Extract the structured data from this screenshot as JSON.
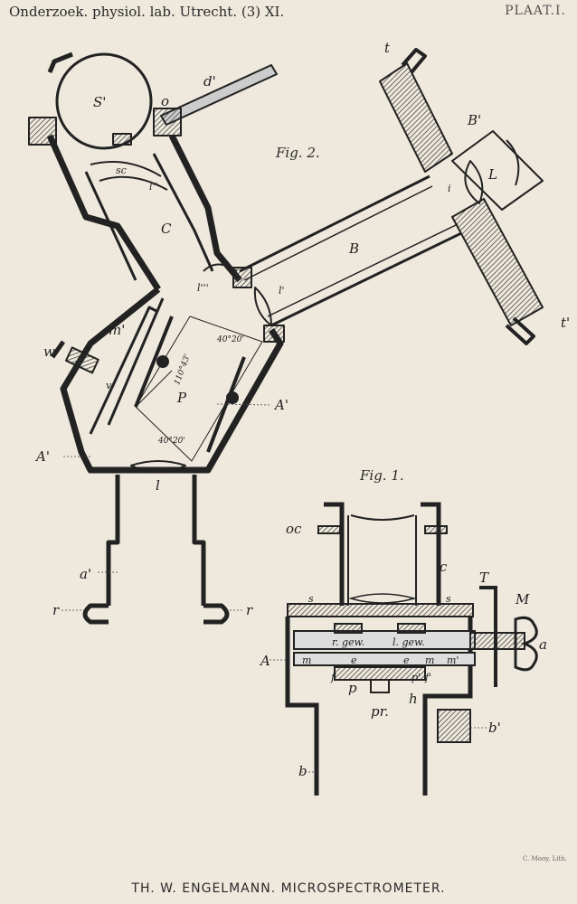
{
  "header": {
    "left": "Onderzoek. physiol. lab. Utrecht. (3) XI.",
    "right": "PLAAT.I."
  },
  "fig2": {
    "title": "Fig. 2.",
    "labels": {
      "S": "S'",
      "d": "d'",
      "o": "o",
      "sc": "sc",
      "l2": "l''",
      "C": "C",
      "l3": "l'''",
      "l1": "l'",
      "B": "B",
      "Bp": "B'",
      "t": "t",
      "tp": "t'",
      "L": "L",
      "i": "i",
      "m": "m'",
      "w": "w",
      "v": "v",
      "P": "P",
      "Ap1": "A'",
      "Ap2": "A'",
      "l": "l",
      "a": "a'",
      "r1": "r",
      "r2": "r"
    },
    "angles": {
      "a1": "40°20'",
      "a2": "110°43'",
      "a3": "40°20'"
    }
  },
  "fig1": {
    "title": "Fig. 1.",
    "labels": {
      "oc": "oc",
      "c": "c",
      "T": "T",
      "M": "M",
      "s1": "s",
      "s2": "s",
      "rgew": "r. gew.",
      "lgew": "l. gew.",
      "a": "a",
      "A": "A",
      "m1": "m",
      "m2": "m",
      "e1": "e",
      "e2": "e",
      "m3": "m'",
      "f1": "f",
      "f2": "f'",
      "p1": "p'",
      "p2": "p",
      "h": "h",
      "pr": "pr.",
      "b": "b",
      "bp": "b'"
    }
  },
  "lith": "C. Mooy, Lith.",
  "footer": "TH. W. ENGELMANN.   MICROSPECTROMETER."
}
